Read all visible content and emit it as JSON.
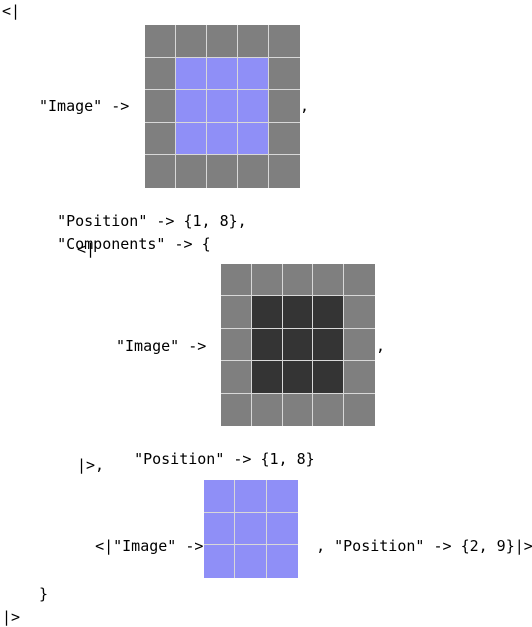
{
  "tokens": {
    "assoc_open": "<|",
    "assoc_close": "|>",
    "image_key": "\"Image\" ->",
    "comma": ",",
    "position_key": "\"Position\" ->",
    "components_key": "\"Components\" ->",
    "brace_open": "{",
    "brace_close": "}",
    "close_comma": "|>,"
  },
  "root": {
    "position": "{1, 8},",
    "image": {
      "grid": [
        [
          "g",
          "g",
          "g",
          "g",
          "g"
        ],
        [
          "g",
          "b",
          "b",
          "b",
          "g"
        ],
        [
          "g",
          "b",
          "b",
          "b",
          "g"
        ],
        [
          "g",
          "b",
          "b",
          "b",
          "g"
        ],
        [
          "g",
          "g",
          "g",
          "g",
          "g"
        ]
      ]
    }
  },
  "components": [
    {
      "position": "{1, 8}",
      "image": {
        "grid": [
          [
            "g",
            "g",
            "g",
            "g",
            "g"
          ],
          [
            "g",
            "k",
            "k",
            "k",
            "g"
          ],
          [
            "g",
            "k",
            "k",
            "k",
            "g"
          ],
          [
            "g",
            "k",
            "k",
            "k",
            "g"
          ],
          [
            "g",
            "g",
            "g",
            "g",
            "g"
          ]
        ]
      }
    },
    {
      "position": "{2, 9}",
      "image": {
        "grid": [
          [
            "b",
            "b",
            "b"
          ],
          [
            "b",
            "b",
            "b"
          ],
          [
            "b",
            "b",
            "b"
          ]
        ]
      }
    }
  ],
  "colors": {
    "g": "#7f7f7f",
    "b": "#8f8ff7",
    "k": "#343434",
    "gridline": "#d8d8d8"
  }
}
